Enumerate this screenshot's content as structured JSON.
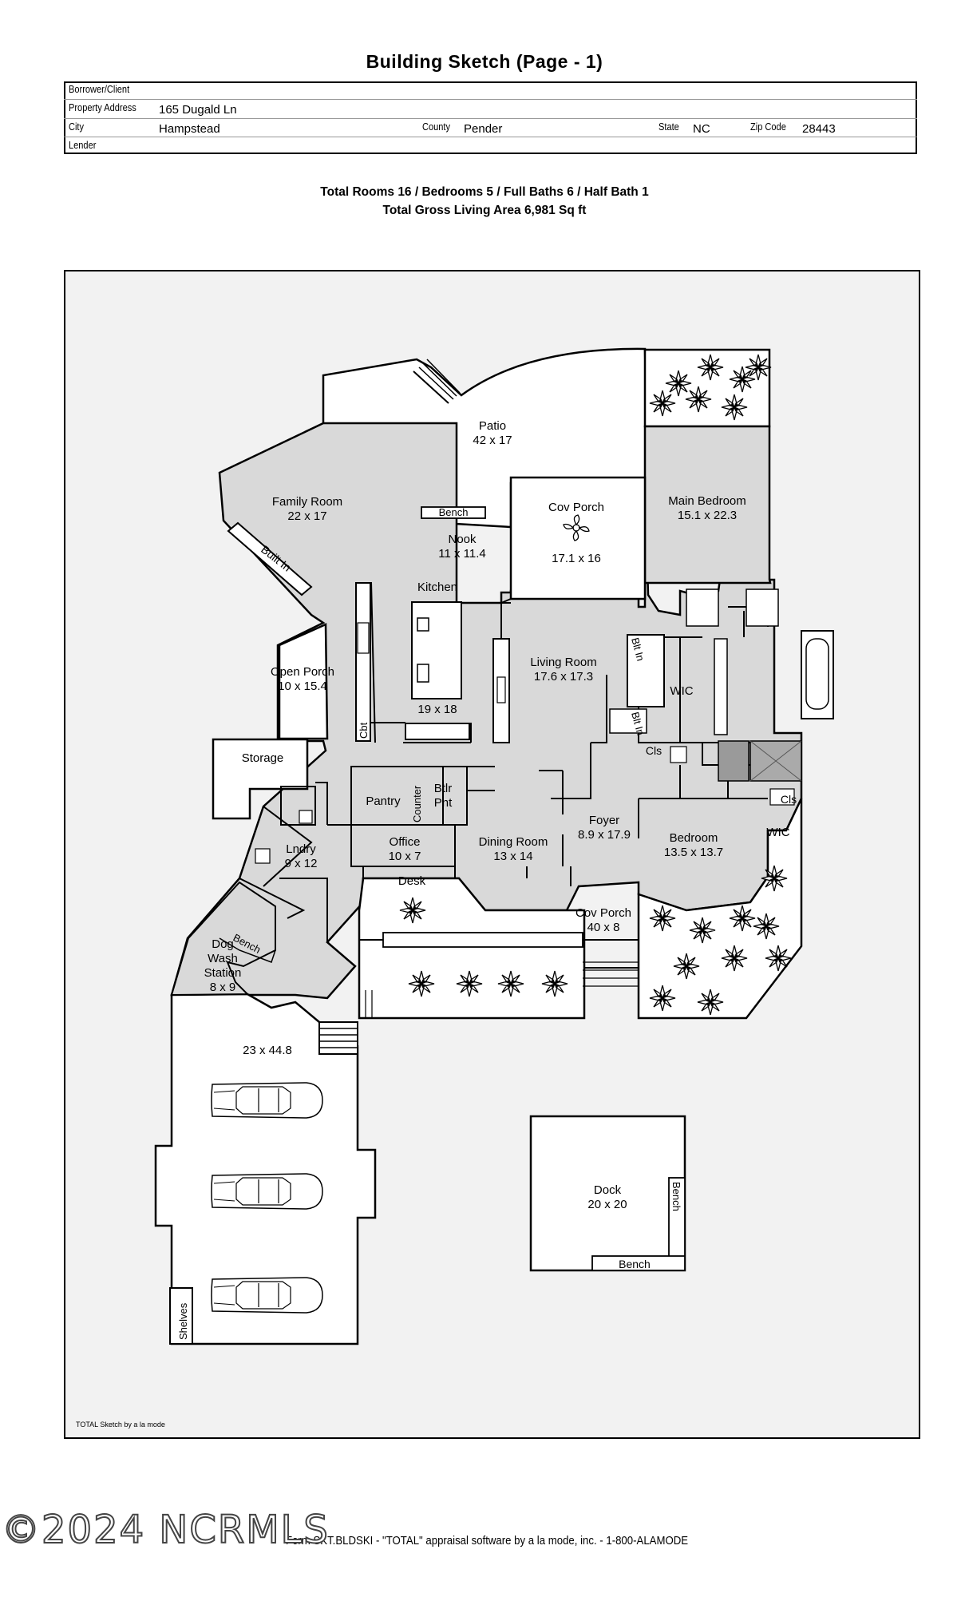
{
  "title": "Building Sketch (Page - 1)",
  "header": {
    "borrower_label": "Borrower/Client",
    "borrower_value": "",
    "address_label": "Property Address",
    "address_value": "165 Dugald Ln",
    "city_label": "City",
    "city_value": "Hampstead",
    "county_label": "County",
    "county_value": "Pender",
    "state_label": "State",
    "state_value": "NC",
    "zip_label": "Zip Code",
    "zip_value": "28443",
    "lender_label": "Lender",
    "lender_value": ""
  },
  "summary": {
    "line1": "Total Rooms 16 / Bedrooms 5 / Full Baths 6 / Half Bath 1",
    "line2": "Total Gross Living Area 6,981 Sq ft"
  },
  "rooms": {
    "patio": {
      "name": "Patio",
      "dim": "42 x 17"
    },
    "family": {
      "name": "Family Room",
      "dim": "22 x 17"
    },
    "cov_porch_top": {
      "name": "Cov Porch",
      "dim": "17.1 x 16"
    },
    "main_bedroom": {
      "name": "Main Bedroom",
      "dim": "15.1 x 22.3"
    },
    "nook": {
      "name": "Nook",
      "dim": "11 x 11.4"
    },
    "bench_nook": "Bench",
    "kitchen": {
      "name": "Kitchen",
      "dim": "19 x 18"
    },
    "built_in_family": "Built In",
    "open_porch": {
      "name": "Open Porch",
      "dim": "10 x 15.4"
    },
    "cbt": "Cbt",
    "living": {
      "name": "Living Room",
      "dim": "17.6 x 17.3"
    },
    "blt_in_a": "Blt In",
    "blt_in_b": "Blt In",
    "wic_main": "WIC",
    "storage": "Storage",
    "pantry": "Pantry",
    "counter": "Counter",
    "btlr_pnt": [
      "Btlr",
      "Pnt"
    ],
    "foyer": {
      "name": "Foyer",
      "dim": "8.9 x 17.9"
    },
    "cls_a": "Cls",
    "cls_b": "Cls",
    "bedroom": {
      "name": "Bedroom",
      "dim": "13.5 x 13.7"
    },
    "wic_bed": "WIC",
    "lndry": {
      "name": "Lndry",
      "dim": "9 x 12"
    },
    "office": {
      "name": "Office",
      "dim": "10 x 7"
    },
    "dining": {
      "name": "Dining Room",
      "dim": "13 x 14"
    },
    "desk": "Desk",
    "cov_porch_front": {
      "name": "Cov Porch",
      "dim": "40 x 8"
    },
    "bench_dog": "Bench",
    "dog_wash": {
      "lines": [
        "Dog",
        "Wash",
        "Station"
      ],
      "dim": "8 x 9"
    },
    "garage": {
      "dim": "23 x 44.8"
    },
    "shelves": "Shelves",
    "dock": {
      "name": "Dock",
      "dim": "20 x 20"
    },
    "dock_bench_side": "Bench",
    "dock_bench_bottom": "Bench"
  },
  "sketch_credit": "TOTAL Sketch by a la mode",
  "footer": {
    "watermark": "©2024 NCRMLS",
    "text": "Form SKT.BLDSKI - \"TOTAL\" appraisal software by a la mode, inc. - 1-800-ALAMODE"
  }
}
